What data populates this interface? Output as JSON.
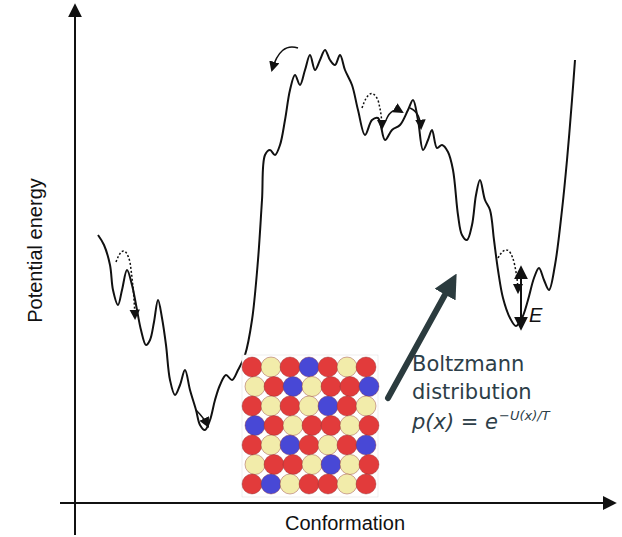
{
  "diagram": {
    "labels": [
      "Potential energy",
      "Conformation",
      "E",
      "Boltzmann distribution",
      "p(x) = e",
      "−U(x)/T"
    ]
  }
}
